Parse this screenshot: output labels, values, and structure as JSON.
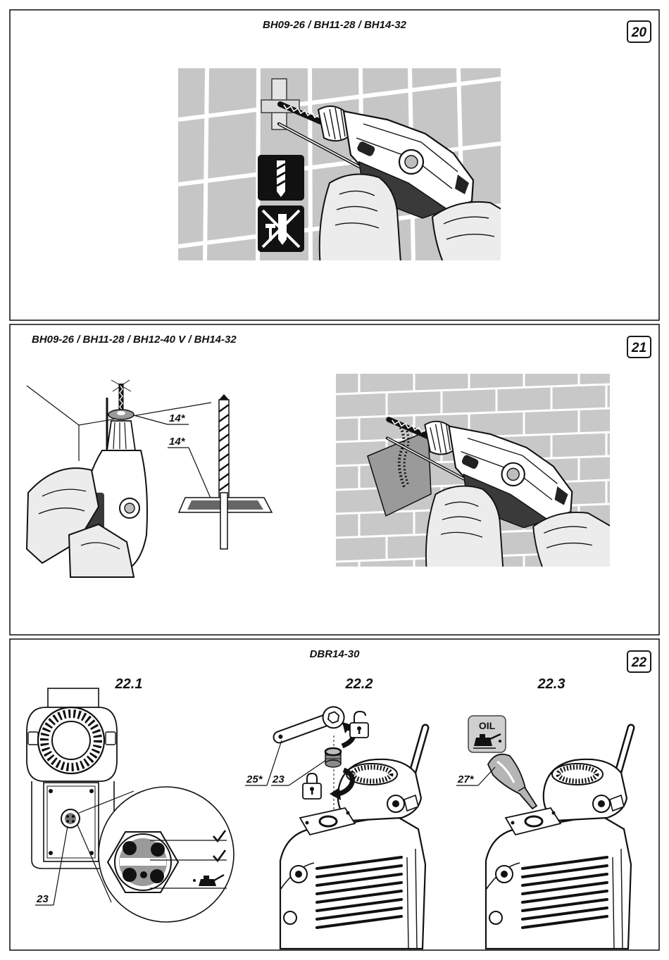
{
  "colors": {
    "border": "#1a1a1a",
    "illustration_gray": "#c8c8c8",
    "ink": "#111111"
  },
  "figure_20": {
    "number": "20",
    "title": "BH09-26 / BH11-28 / BH14-32",
    "icons": [
      "drill-bit-icon",
      "no-chisel-icon"
    ]
  },
  "figure_21": {
    "number": "21",
    "title": "BH09-26 / BH11-28 / BH12-40 V / BH14-32",
    "callout_upper": "14*",
    "callout_lower": "14*"
  },
  "figure_22": {
    "number": "22",
    "title": "DBR14-30",
    "step_1": {
      "label": "22.1",
      "callout": "23",
      "icons": [
        "checkmark-icon",
        "checkmark-icon",
        "oil-can-icon"
      ]
    },
    "step_2": {
      "label": "22.2",
      "callout_left": "25*",
      "callout_right": "23",
      "icons": [
        "lock-open-icon",
        "lock-closed-icon"
      ]
    },
    "step_3": {
      "label": "22.3",
      "callout": "27*",
      "badge_text": "OIL",
      "icons": [
        "oil-can-icon"
      ]
    }
  }
}
